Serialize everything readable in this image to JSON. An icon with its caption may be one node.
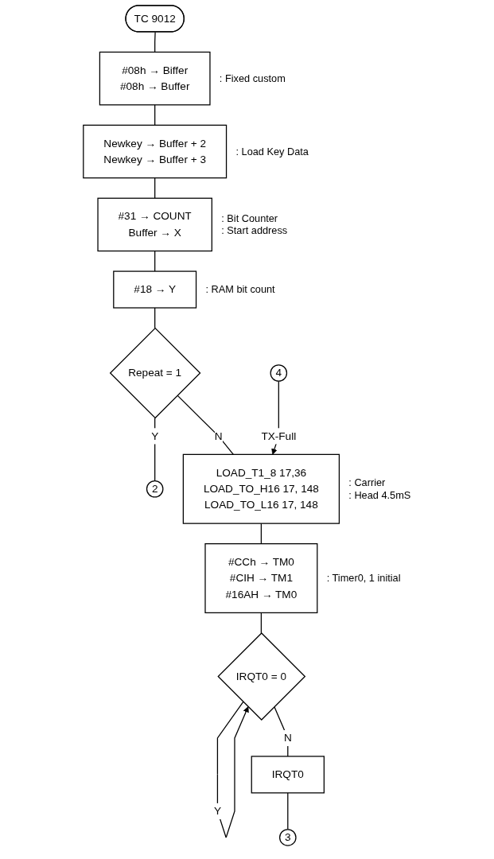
{
  "diagram": {
    "nodes": [
      {
        "text": [
          "TC 9012"
        ]
      },
      {
        "text": [
          "#08h → Biffer",
          "#08h → Buffer"
        ],
        "beside": [
          ": Fixed custom"
        ]
      },
      {
        "text": [
          "Newkey → Buffer + 2",
          "Newkey → Buffer + 3"
        ],
        "beside": [
          ": Load Key Data"
        ]
      },
      {
        "text": [
          "#31 → COUNT",
          "Buffer → X"
        ],
        "beside": [
          ": Bit Counter",
          ": Start address"
        ]
      },
      {
        "text": [
          "#18 → Y"
        ],
        "beside": [
          ": RAM bit count"
        ]
      },
      {
        "text": [
          "2"
        ]
      },
      {
        "text": [
          "Repeat  = 1"
        ]
      },
      {
        "text": [
          "4"
        ]
      },
      {
        "text": [
          "LOAD_T1_8  17,36",
          "LOAD_TO_H16  17, 148",
          "LOAD_TO_L16  17, 148"
        ],
        "beside": [
          ": Carrier",
          ": Head 4.5mS"
        ]
      },
      {
        "text": [
          "#CCh → TM0",
          "#CIH → TM1",
          "#16AH → TM0"
        ],
        "beside": [
          ": Timer0, 1 initial"
        ]
      },
      {
        "text": [
          "IRQT0 = 0"
        ]
      },
      {
        "text": [
          "IRQT0"
        ]
      },
      {
        "text": [
          "3"
        ]
      }
    ],
    "edges": [
      {
        "from": 0,
        "to": 1,
        "arrow": "none"
      },
      {
        "from": 1,
        "to": 2,
        "arrow": "none"
      },
      {
        "from": 2,
        "to": 3,
        "arrow": "none"
      },
      {
        "from": 3,
        "to": 4,
        "arrow": "none"
      },
      {
        "from": 4,
        "to": 6,
        "arrow": "none"
      },
      {
        "from": 6,
        "to": 5,
        "label": "Y",
        "arrow": "none"
      },
      {
        "from": 6,
        "to": 8,
        "label": "N",
        "arrow": "none"
      },
      {
        "from": 7,
        "to": 8,
        "label": "TX-Full",
        "arrow": "to"
      },
      {
        "from": 8,
        "to": 9,
        "arrow": "none"
      },
      {
        "from": 9,
        "to": 10,
        "arrow": "none"
      },
      {
        "from": 10,
        "to": 10,
        "label": "Y",
        "arrow": "to"
      },
      {
        "from": 10,
        "to": 11,
        "label": "N",
        "arrow": "none"
      },
      {
        "from": 11,
        "to": 12,
        "arrow": "none"
      }
    ]
  }
}
